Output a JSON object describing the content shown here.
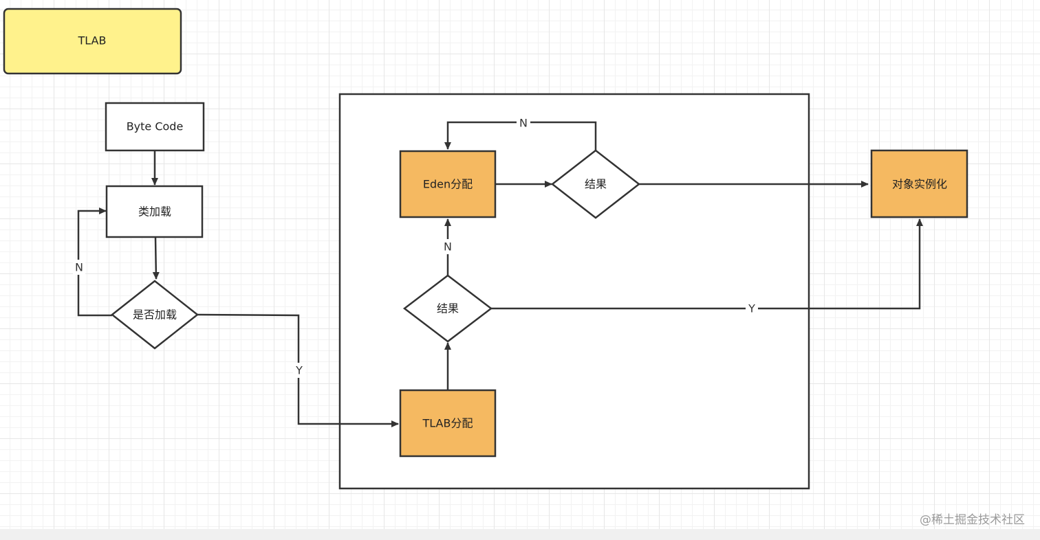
{
  "title_box": {
    "label": "TLAB",
    "fill": "#fff28c",
    "stroke": "#333333"
  },
  "nodes": {
    "byte_code": {
      "label": "Byte Code"
    },
    "class_load": {
      "label": "类加载"
    },
    "is_loaded": {
      "label": "是否加载"
    },
    "tlab_alloc": {
      "label": "TLAB分配"
    },
    "result_lower": {
      "label": "结果"
    },
    "eden_alloc": {
      "label": "Eden分配"
    },
    "result_upper": {
      "label": "结果"
    },
    "instantiate": {
      "label": "对象实例化"
    }
  },
  "edges": {
    "is_loaded_no": {
      "label": "N"
    },
    "is_loaded_yes": {
      "label": "Y"
    },
    "lower_no": {
      "label": "N"
    },
    "lower_yes": {
      "label": "Y"
    },
    "upper_no": {
      "label": "N"
    }
  },
  "colors": {
    "orange": "#f5b961",
    "line": "#333333",
    "white": "#ffffff"
  },
  "watermark": "@稀土掘金技术社区"
}
